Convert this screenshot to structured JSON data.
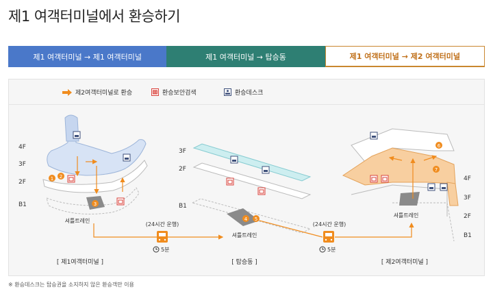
{
  "page": {
    "title": "제1 여객터미널에서 환승하기"
  },
  "tabs": [
    {
      "label": "제1 여객터미널 → 제1 여객터미널",
      "active": false,
      "color": "#4a78c9"
    },
    {
      "label": "제1 여객터미널 → 탑승동",
      "active": false,
      "color": "#2e7f73"
    },
    {
      "label": "제1 여객터미널 → 제2 여객터미널",
      "active": true,
      "color": "#c0701a"
    }
  ],
  "legend": {
    "route": "제2여객터미널로 환승",
    "security": "환승보안검색",
    "desk": "환승데스크"
  },
  "floors": {
    "t1": [
      "4F",
      "3F",
      "2F",
      "B1"
    ],
    "concourse": [
      "3F",
      "2F",
      "B1"
    ],
    "t2": [
      "4F",
      "3F",
      "2F",
      "B1"
    ]
  },
  "labels": {
    "shuttle_t1": "셔틀트레인",
    "shuttle_concourse": "셔틀트레인",
    "shuttle_t2": "셔틀트레인",
    "operation_1": "(24시간 운행)",
    "operation_2": "(24시간 운행)",
    "time_1": "5분",
    "time_2": "5분",
    "t1_name": "[ 제1여객터미널 ]",
    "concourse_name": "[ 탑승동 ]",
    "t2_name": "[ 제2여객터미널 ]"
  },
  "steps": [
    "1",
    "2",
    "3",
    "4",
    "5",
    "6",
    "7"
  ],
  "colors": {
    "route": "#f08c1e",
    "security": "#d9403a",
    "desk": "#3d4f7a",
    "t1_fill": "#d7e3f5",
    "concourse_fill": "#cdeef0",
    "t2_fill": "#f8cfa0"
  },
  "footnote": "※ 환승데스크는 탑승권을 소지하지 않은 환승객만 이용"
}
